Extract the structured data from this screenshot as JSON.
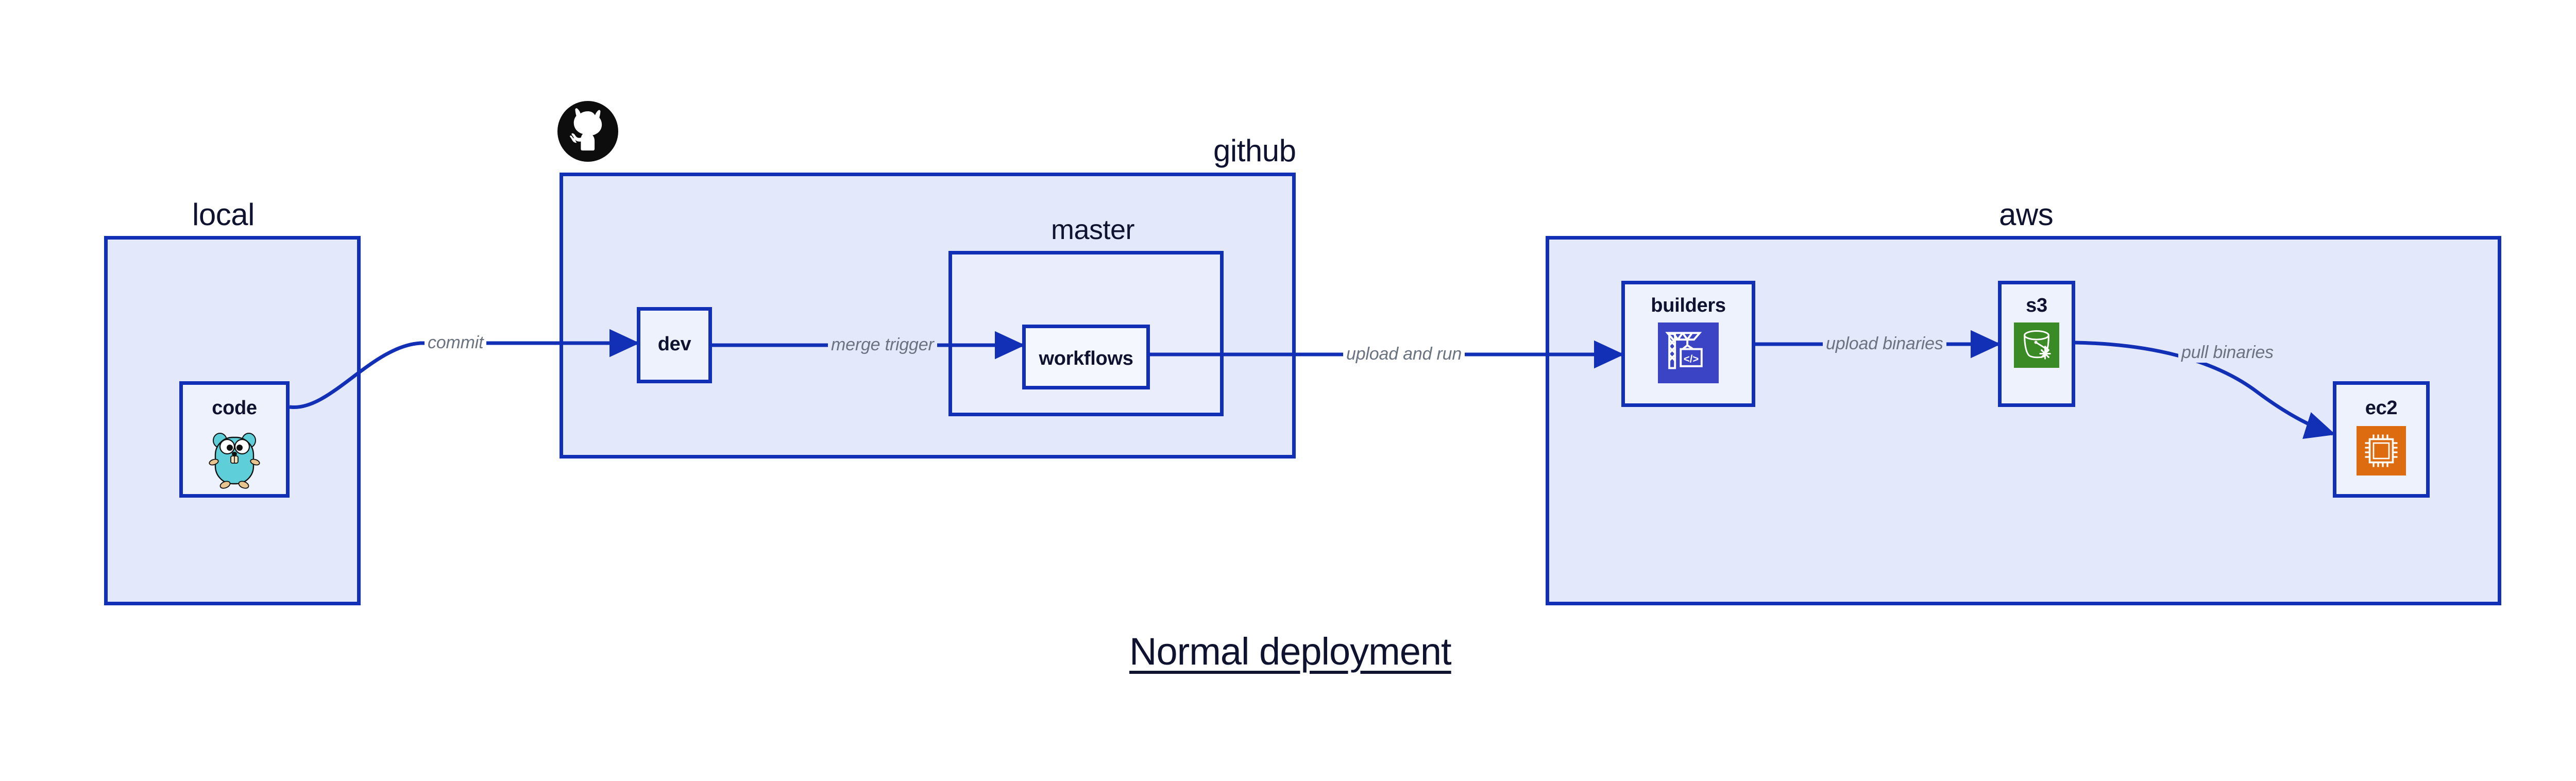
{
  "title": "Normal deployment",
  "groups": [
    {
      "id": "local",
      "label": "local"
    },
    {
      "id": "github",
      "label": "github"
    },
    {
      "id": "master",
      "label": "master"
    },
    {
      "id": "aws",
      "label": "aws"
    }
  ],
  "nodes": [
    {
      "id": "code",
      "label": "code",
      "icon": "go-gopher-icon"
    },
    {
      "id": "dev",
      "label": "dev",
      "icon": "none"
    },
    {
      "id": "workflows",
      "label": "workflows",
      "icon": "none"
    },
    {
      "id": "builders",
      "label": "builders",
      "icon": "aws-codebuild-icon"
    },
    {
      "id": "s3",
      "label": "s3",
      "icon": "aws-s3-bucket-icon"
    },
    {
      "id": "ec2",
      "label": "ec2",
      "icon": "aws-ec2-chip-icon"
    }
  ],
  "edges": [
    {
      "id": "commit",
      "label": "commit",
      "from": "code",
      "to": "dev"
    },
    {
      "id": "merge-trigger",
      "label": "merge trigger",
      "from": "dev",
      "to": "workflows"
    },
    {
      "id": "upload-and-run",
      "label": "upload and run",
      "from": "workflows",
      "to": "builders"
    },
    {
      "id": "upload-binaries",
      "label": "upload binaries",
      "from": "builders",
      "to": "s3"
    },
    {
      "id": "pull-binaries",
      "label": "pull binaries",
      "from": "s3",
      "to": "ec2"
    }
  ],
  "logos": [
    {
      "id": "github-octocat",
      "name": "github-octocat-logo"
    }
  ],
  "colors": {
    "border": "#1230b5",
    "group_fill": "#e3e8fb",
    "node_fill": "#eef2fd",
    "text": "#101330",
    "edge_label": "#6b7280",
    "codebuild": "#3b44c4",
    "s3": "#3a8a25",
    "ec2": "#dd6b10",
    "gopher": "#5ecfd8"
  }
}
